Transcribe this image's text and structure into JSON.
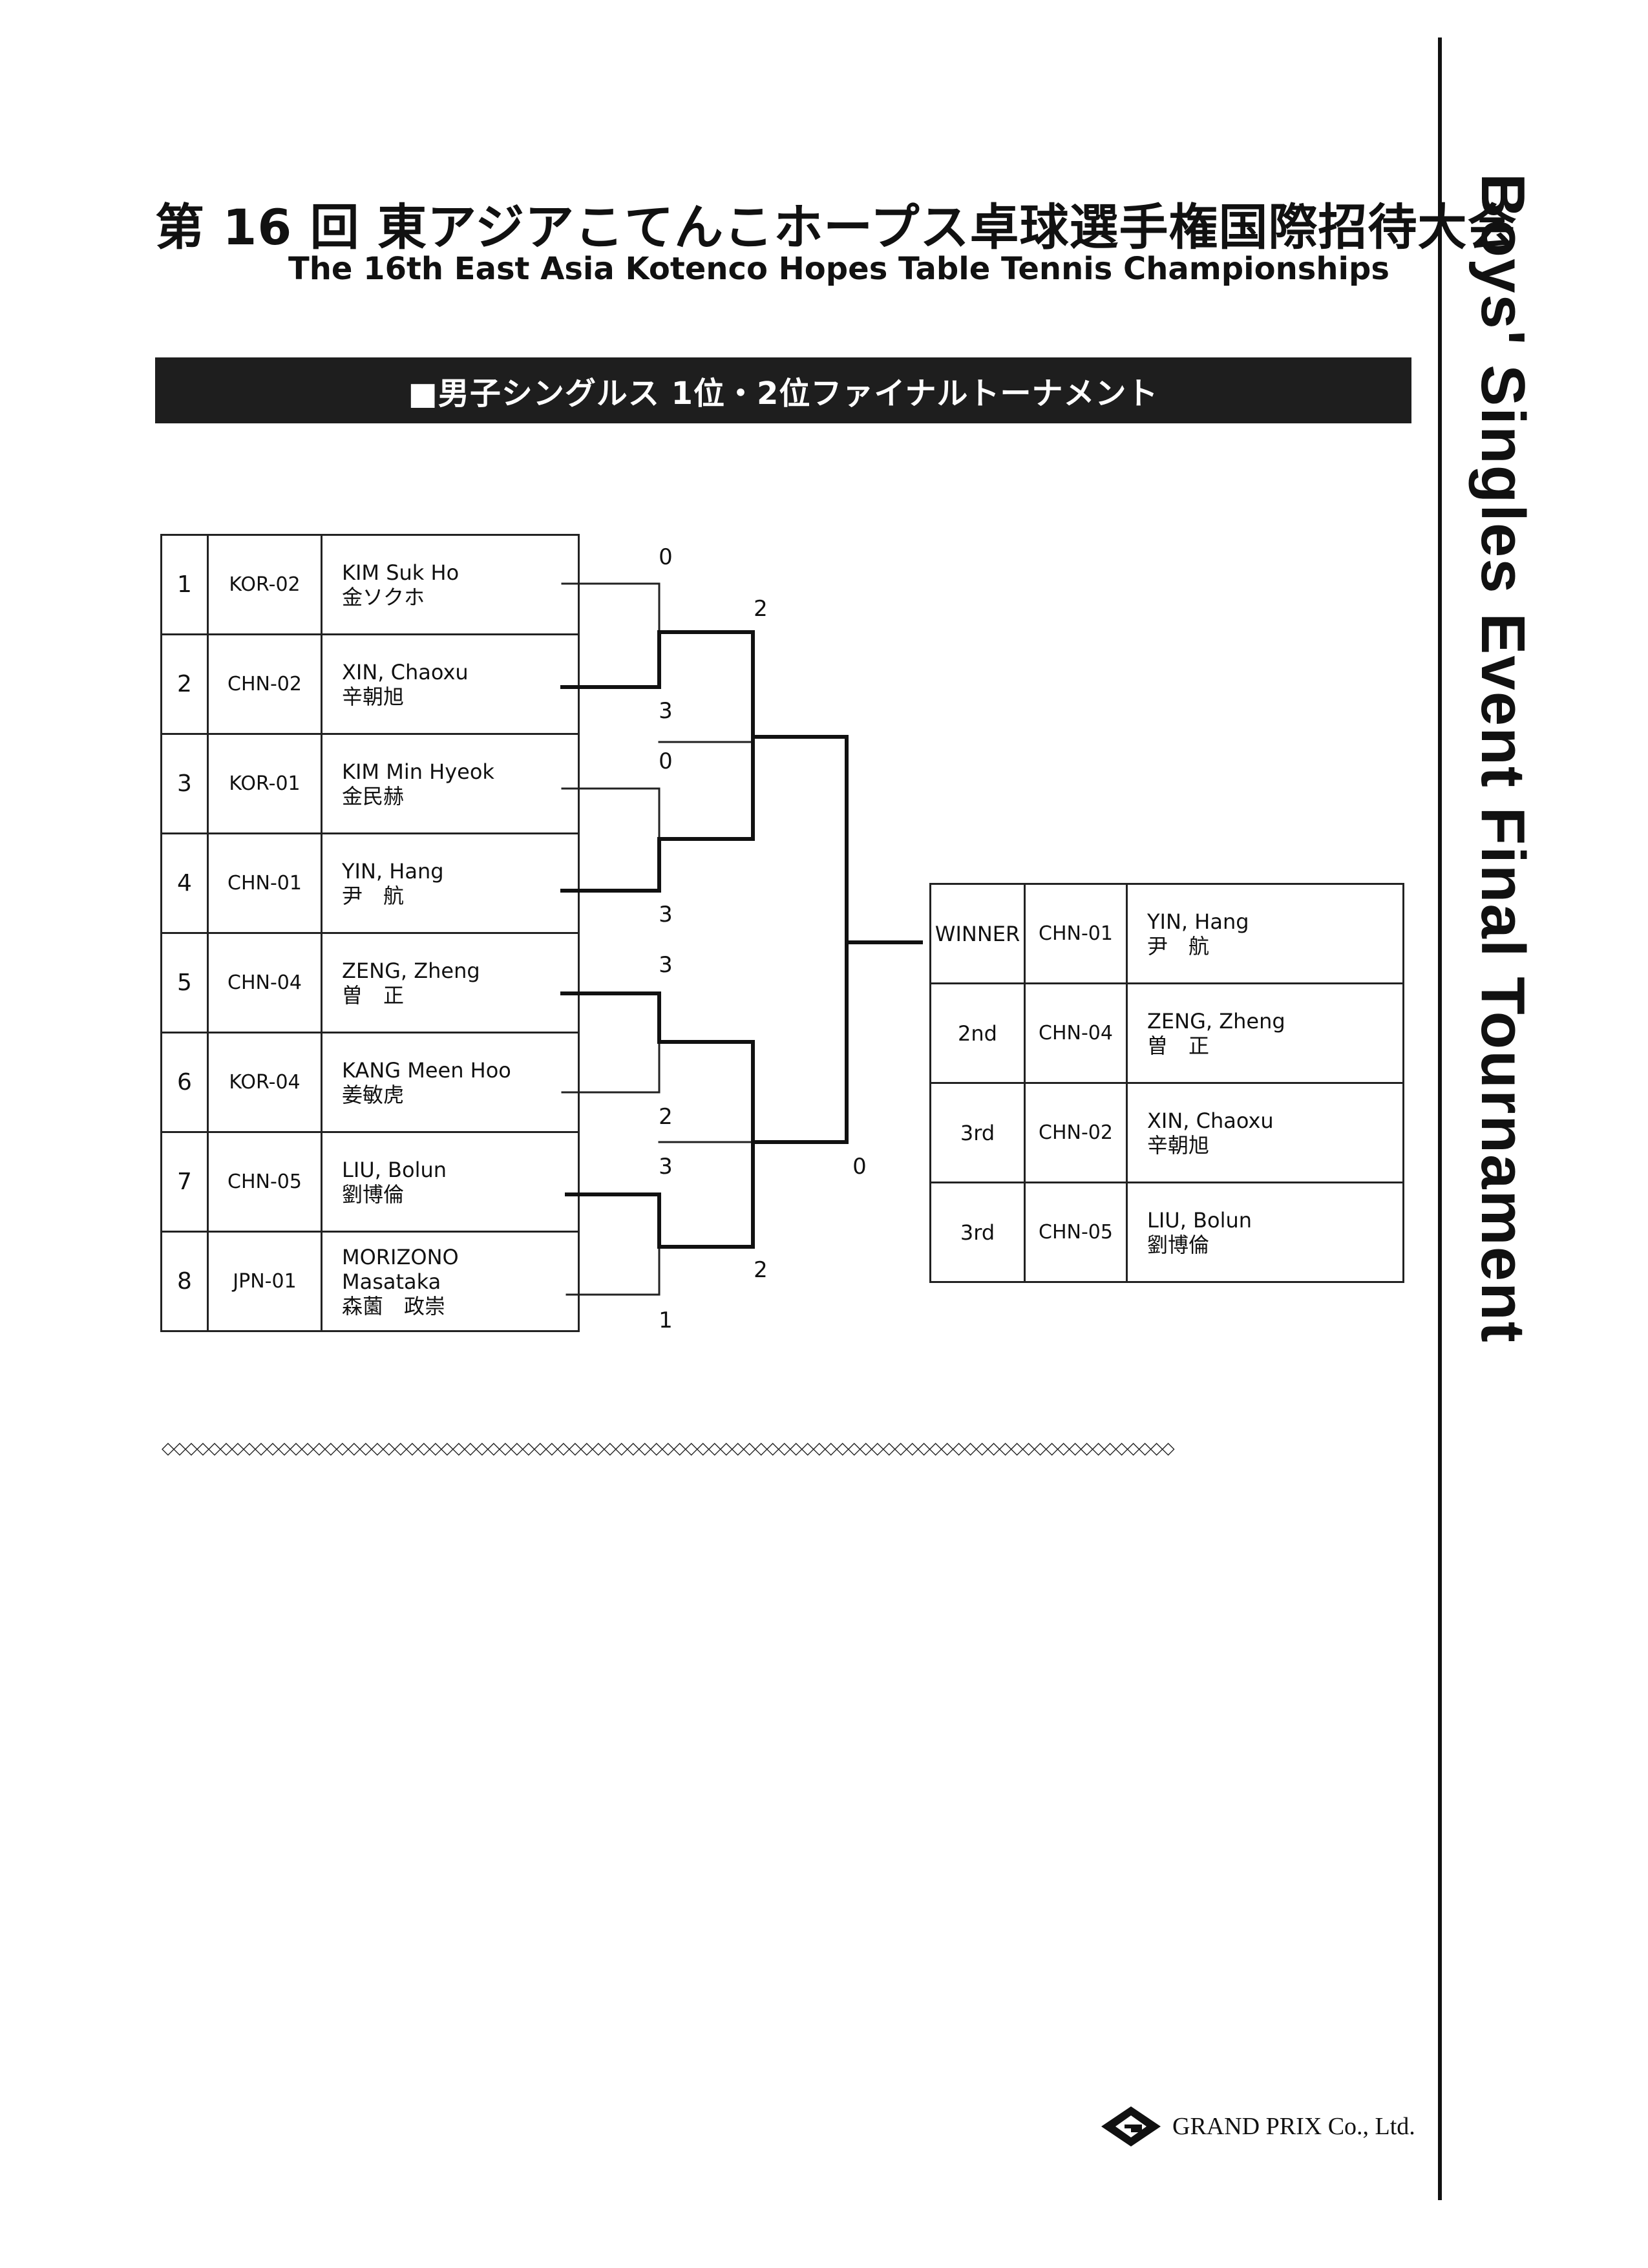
{
  "header": {
    "title_jp": "第 16 回 東アジアこてんこホープス卓球選手権国際招待大会",
    "title_en": "The 16th East Asia Kotenco Hopes Table Tennis Championships",
    "banner": "■男子シングルス 1位・2位ファイナルトーナメント"
  },
  "side_title": "Boys' Singles Event Final Tournament",
  "entries": [
    {
      "seed": "1",
      "code": "KOR-02",
      "name_en": "KIM Suk Ho",
      "name_local": "金ソクホ",
      "name_local2": ""
    },
    {
      "seed": "2",
      "code": "CHN-02",
      "name_en": "XIN, Chaoxu",
      "name_local": "辛朝旭",
      "name_local2": ""
    },
    {
      "seed": "3",
      "code": "KOR-01",
      "name_en": "KIM Min Hyeok",
      "name_local": "金民赫",
      "name_local2": ""
    },
    {
      "seed": "4",
      "code": "CHN-01",
      "name_en": "YIN, Hang",
      "name_local": "尹　航",
      "name_local2": ""
    },
    {
      "seed": "5",
      "code": "CHN-04",
      "name_en": "ZENG, Zheng",
      "name_local": "曽　正",
      "name_local2": ""
    },
    {
      "seed": "6",
      "code": "KOR-04",
      "name_en": "KANG Meen Hoo",
      "name_local": "姜敏虎",
      "name_local2": ""
    },
    {
      "seed": "7",
      "code": "CHN-05",
      "name_en": "LIU, Bolun",
      "name_local": "劉博倫",
      "name_local2": ""
    },
    {
      "seed": "8",
      "code": "JPN-01",
      "name_en": "MORIZONO",
      "name_local": "Masataka",
      "name_local2": "森薗　政崇"
    }
  ],
  "scores": {
    "r1_m1_top": "0",
    "r1_m1_bottom": "3",
    "r1_m2_top": "0",
    "r1_m2_bottom": "3",
    "r1_m3_top": "3",
    "r1_m3_bottom": "2",
    "r1_m4_top": "3",
    "r1_m4_bottom": "1",
    "sf1_top": "2",
    "sf2_bottom": "2",
    "final_bottom": "0"
  },
  "results": [
    {
      "rank": "WINNER",
      "code": "CHN-01",
      "name_en": "YIN, Hang",
      "name_local": "尹　航"
    },
    {
      "rank": "2nd",
      "code": "CHN-04",
      "name_en": "ZENG, Zheng",
      "name_local": "曽　正"
    },
    {
      "rank": "3rd",
      "code": "CHN-02",
      "name_en": "XIN, Chaoxu",
      "name_local": "辛朝旭"
    },
    {
      "rank": "3rd",
      "code": "CHN-05",
      "name_en": "LIU, Bolun",
      "name_local": "劉博倫"
    }
  ],
  "footer": {
    "company": "GRAND PRIX Co., Ltd."
  }
}
